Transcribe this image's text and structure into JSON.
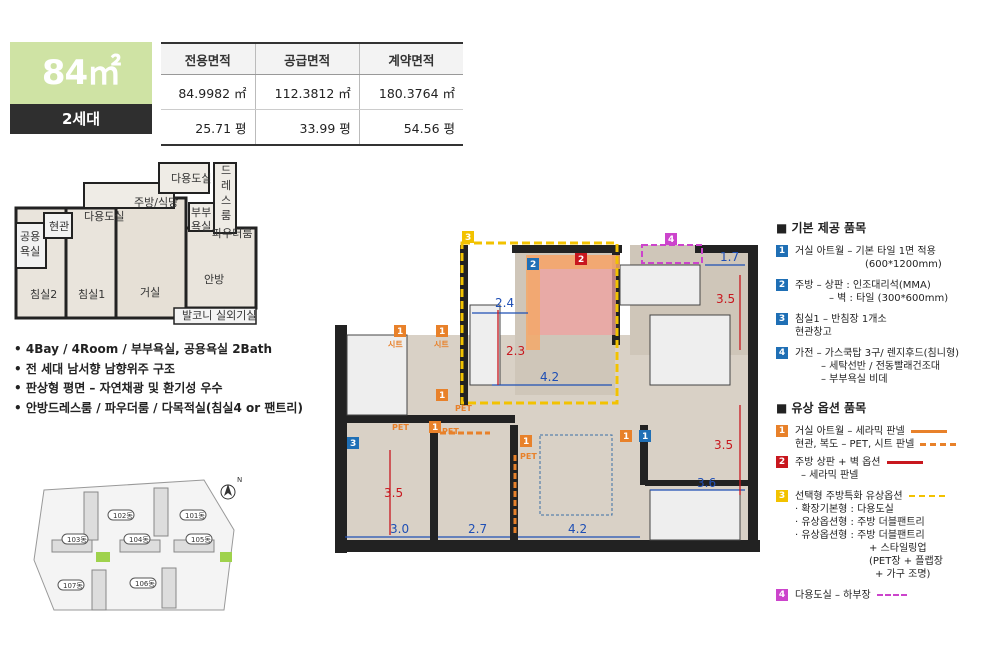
{
  "unit": {
    "area_label": "84㎡",
    "households": "2세대"
  },
  "area_table": {
    "headers": [
      "전용면적",
      "공급면적",
      "계약면적"
    ],
    "sqm": [
      "84.9982 ㎡",
      "112.3812 ㎡",
      "180.3764 ㎡"
    ],
    "pyeong": [
      "25.71 평",
      "33.99 평",
      "54.56 평"
    ]
  },
  "small_plan_labels": {
    "multi_room_top": "다용도실",
    "dress": [
      "드",
      "레",
      "스",
      "룸"
    ],
    "kitchen": "주방/식당",
    "multi_room": "다용도실",
    "entrance": "현관",
    "public_bath": [
      "공용",
      "욕실"
    ],
    "couple_bath": [
      "부부",
      "욕실"
    ],
    "powder": "파우더룸",
    "bed2": "침실2",
    "bed1": "침실1",
    "living": "거실",
    "master": "안방",
    "balcony": "발코니",
    "outdoor": "실외기실"
  },
  "features": [
    "4Bay / 4Room / 부부욕실, 공용욕실 2Bath",
    "전 세대 남서향 남향위주 구조",
    "판상형 평면 – 자연채광 및 환기성 우수",
    "안방드레스룸 / 파우더룸 / 다목적실(침실4 or 팬트리)"
  ],
  "site_plan": {
    "buildings": [
      "102동",
      "101동",
      "103동",
      "104동",
      "105동",
      "107동",
      "106동"
    ],
    "north": "N"
  },
  "plan_dimensions": [
    "1.7",
    "2.4",
    "3.5",
    "2.3",
    "4.2",
    "3.5",
    "3.5",
    "3.6",
    "3.0",
    "2.7",
    "4.2"
  ],
  "plan_tags": {
    "sheet": "시트",
    "pet": "PET"
  },
  "plan_markers": [
    "1",
    "2",
    "3",
    "4"
  ],
  "legend": {
    "basic_title": "기본 제공 품목",
    "basic_items": [
      {
        "num": "1",
        "lines": [
          "거실 아트월 – 기본 타일 1면 적용",
          "(600*1200mm)"
        ]
      },
      {
        "num": "2",
        "lines": [
          "주방 – 상판 : 인조대리석(MMA)",
          "– 벽 : 타일 (300*600mm)"
        ]
      },
      {
        "num": "3",
        "lines": [
          "침실1 – 반침장 1개소",
          "현관창고"
        ]
      },
      {
        "num": "4",
        "lines": [
          "가전 – 가스쿡탑 3구/ 렌지후드(침니형)",
          "– 세탁선반 / 전동빨래건조대",
          "– 부부욕실 비데"
        ]
      }
    ],
    "option_title": "유상 옵션 품목",
    "option_items": [
      {
        "num": "1",
        "lines": [
          "거실 아트월 – 세라믹 판넬",
          "현관, 복도 – PET, 시트 판넬"
        ]
      },
      {
        "num": "2",
        "lines": [
          "주방 상판 + 벽 옵션",
          "– 세라믹 판넬"
        ]
      },
      {
        "num": "3",
        "lines": [
          "선택형 주방특화 유상옵션",
          "· 확장기본형 : 다용도실",
          "· 유상옵션형 : 주방 더블팬트리",
          "· 유상옵션형 : 주방 더블팬트리",
          "+ 스타일링업",
          "(PET장 + 플랩장",
          "+ 가구 조명)"
        ]
      },
      {
        "num": "4",
        "lines": [
          "다용도실 – 하부장"
        ]
      }
    ]
  },
  "colors": {
    "badge_green": "#cfe3a4",
    "badge_dark": "#2f2f2f",
    "blue_num": "#1f6fb5",
    "orange": "#e8812a",
    "red": "#c8171e",
    "yellow": "#f2c200",
    "magenta": "#cc44cc"
  }
}
